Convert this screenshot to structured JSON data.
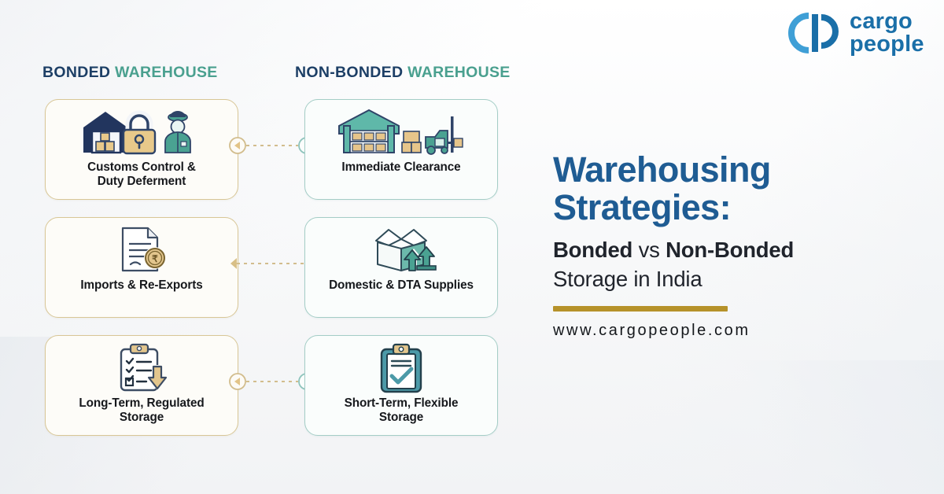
{
  "brand": {
    "logo_line1": "cargo",
    "logo_line2": "people",
    "logo_color_light": "#3f9fd6",
    "logo_color_dark": "#1a6fa8",
    "logo_text_color": "#1a6fa8"
  },
  "columns": {
    "left": {
      "strong": "BONDED",
      "soft": "WAREHOUSE"
    },
    "right": {
      "strong": "NON-BONDED",
      "soft": "WAREHOUSE"
    }
  },
  "colors": {
    "bonded_border": "#d8c696",
    "nonbonded_border": "#a4cdc6",
    "heading_navy": "#1d3f66",
    "heading_teal": "#4aa08f",
    "title_blue": "#1f5c93",
    "title_dark": "#20242c",
    "gold_rule": "#b6922a",
    "connector_gold": "#c9b27c",
    "connector_teal": "#8ec4bc"
  },
  "rows": [
    {
      "bonded": {
        "icon": "warehouse-lock-officer-icon",
        "label": "Customs Control &\nDuty Deferment"
      },
      "nonbonded": {
        "icon": "warehouse-forklift-icon",
        "label": "Immediate Clearance"
      },
      "connector": "dual-circle-arrows"
    },
    {
      "bonded": {
        "icon": "document-rupee-icon",
        "label": "Imports & Re-Exports"
      },
      "nonbonded": {
        "icon": "open-box-arrows-icon",
        "label": "Domestic & DTA Supplies"
      },
      "connector": "double-headed-dashed-arrow"
    },
    {
      "bonded": {
        "icon": "clipboard-checklist-down-arrow-icon",
        "label": "Long-Term, Regulated\nStorage"
      },
      "nonbonded": {
        "icon": "clipboard-check-icon",
        "label": "Short-Term, Flexible\nStorage"
      },
      "connector": "dual-circle-arrows"
    }
  ],
  "title": {
    "main_line1": "Warehousing",
    "main_line2": "Strategies:",
    "sub_bold1": "Bonded",
    "sub_vs": " vs ",
    "sub_bold2": "Non-Bonded",
    "sub_line2": "Storage in India",
    "url": "www.cargopeople.com"
  }
}
